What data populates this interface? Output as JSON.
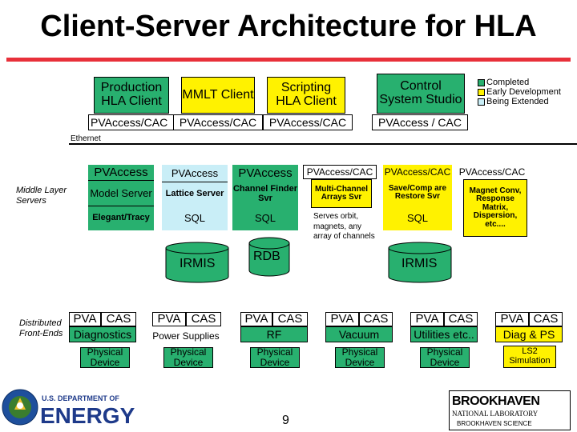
{
  "title": "Client-Server Architecture for HLA",
  "clients": {
    "production": "Production HLA Client",
    "mmlt": "MMLT Client",
    "scripting": "Scripting HLA Client",
    "control": "Control System Studio"
  },
  "access": {
    "a1": "PVAccess/CAC",
    "a2": "PVAccess/CAC",
    "a3": "PVAccess/CAC",
    "a4": "PVAccess / CAC"
  },
  "legend": {
    "completed": "Completed",
    "early": "Early Development",
    "extended": "Being Extended"
  },
  "ethernet": "Ethernet",
  "middle_layer_label": "Middle Layer Servers",
  "col1": {
    "pva": "PVAccess",
    "model": "Model Server",
    "elegant": "Elegant/Tracy"
  },
  "col2": {
    "pva": "PVAccess",
    "lattice": "Lattice Server",
    "sql": "SQL"
  },
  "col3": {
    "pva": "PVAccess",
    "channel": "Channel Finder Svr",
    "sql": "SQL"
  },
  "col4": {
    "pva": "PVAccess/CAC",
    "multi": "Multi-Channel Arrays Svr",
    "serves": "Serves orbit, magnets, any array of channels"
  },
  "col5": {
    "pva": "PVAccess/CAC",
    "save": "Save/Comp are Restore Svr",
    "sql": "SQL"
  },
  "col6": {
    "pva": "PVAccess/CAC",
    "magnet": "Magnet Conv, Response Matrix, Dispersion, etc...."
  },
  "db": {
    "irmis1": "IRMIS",
    "rdb": "RDB",
    "irmis2": "IRMIS"
  },
  "fe_label": {
    "line1": "Distributed",
    "line2": "Front-Ends"
  },
  "frontends": [
    {
      "pva": "PVA",
      "cas": "CAS",
      "name": "Diagnostics",
      "bottom": "Physical Device"
    },
    {
      "pva": "PVA",
      "cas": "CAS",
      "name": "Power Supplies",
      "bottom": "Physical Device"
    },
    {
      "pva": "PVA",
      "cas": "CAS",
      "name": "RF",
      "bottom": "Physical Device"
    },
    {
      "pva": "PVA",
      "cas": "CAS",
      "name": "Vacuum",
      "bottom": "Physical Device"
    },
    {
      "pva": "PVA",
      "cas": "CAS",
      "name": "Utilities etc..",
      "bottom": "Physical Device"
    },
    {
      "pva": "PVA",
      "cas": "CAS",
      "name": "Diag & PS",
      "bottom": "LS2 Simulation"
    }
  ],
  "footer": {
    "page": "9",
    "doe1": "U.S. DEPARTMENT OF",
    "doe2": "ENERGY",
    "bnl": "BROOKHAVEN",
    "bnl2": "NATIONAL LABORATORY",
    "bnl3": "BROOKHAVEN SCIENCE"
  },
  "colors": {
    "green": "#28b06f",
    "yellow": "#fff200",
    "cyan": "#c9eef7",
    "red": "#e8303a"
  }
}
